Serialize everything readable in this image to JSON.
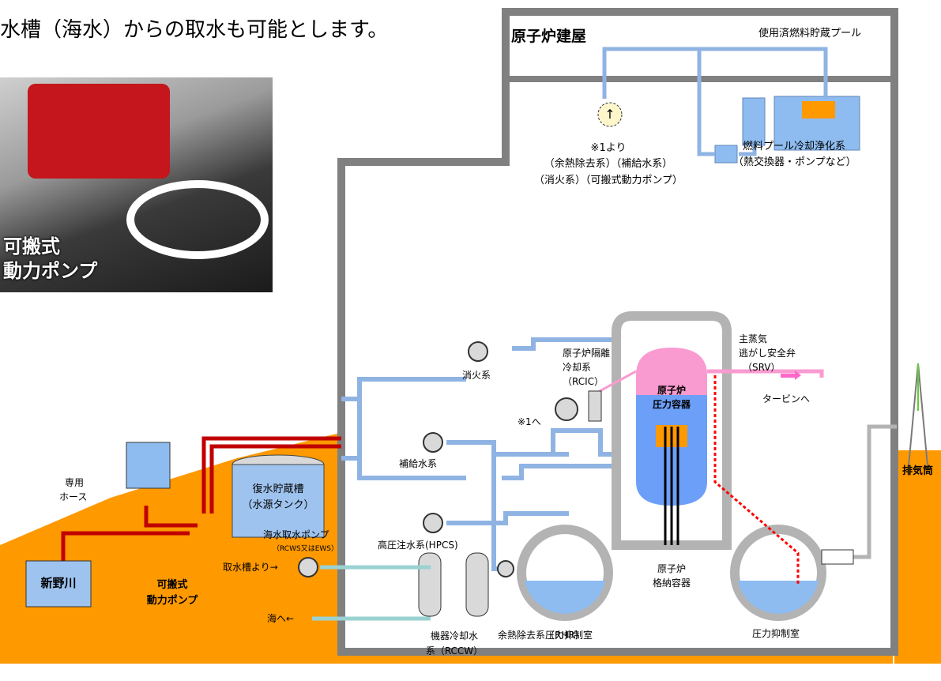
{
  "header": {
    "title": "水槽（海水）からの取水も可能とします。"
  },
  "photo": {
    "caption_line1": "可搬式",
    "caption_line2": "動力ポンプ"
  },
  "building": {
    "label": "原子炉建屋",
    "fuel_pool_label": "使用済燃料貯蔵プール",
    "fpc_line1": "燃料プール冷却浄化系",
    "fpc_line2": "（熱交換器・ポンプなど）",
    "from_note_1": "※1より",
    "from_note_2": "（余熱除去系）（補給水系）",
    "from_note_3": "（消火系）（可搬式動力ポンプ）"
  },
  "systems": {
    "fire": "消火系",
    "makeup": "補給水系",
    "hpcs": "高圧注水系(HPCS)",
    "rhr": "余熱除去系（RHR）",
    "rccw_line1": "機器冷却水",
    "rccw_line2": "系（RCCW）",
    "rcic_line1": "原子炉隔離",
    "rcic_line2": "冷却系",
    "rcic_line3": "（RCIC）",
    "to_note": "※1へ"
  },
  "reactor": {
    "rpv_line1": "原子炉",
    "rpv_line2": "圧力容器",
    "pcv_line1": "原子炉",
    "pcv_line2": "格納容器",
    "suppression_left": "圧力抑制室",
    "suppression_right": "圧力抑制室",
    "srv_line1": "主蒸気",
    "srv_line2": "逃がし安全弁",
    "srv_line3": "（SRV）",
    "turbine": "タービンへ"
  },
  "outside": {
    "cst_line1": "復水貯蔵槽",
    "cst_line2": "（水源タンク）",
    "river": "新野川",
    "hose_line1": "専用",
    "hose_line2": "ホース",
    "portable_line1": "可搬式",
    "portable_line2": "動力ポンプ",
    "seawater_pump": "海水取水ポンプ",
    "seawater_pump_sub": "（RCWS又はEWS）",
    "from_intake": "取水槽より→",
    "to_sea": "海へ←",
    "stack": "排気筒"
  },
  "colors": {
    "wall": "#808080",
    "ground": "#ff9900",
    "pipe_blue": "#8fb4e3",
    "pipe_red": "#c00000",
    "rpv_pink": "#f99bd0",
    "rpv_blue": "#6c9ff8",
    "srv_line": "#ff0000",
    "water": "#8ebcf0"
  }
}
